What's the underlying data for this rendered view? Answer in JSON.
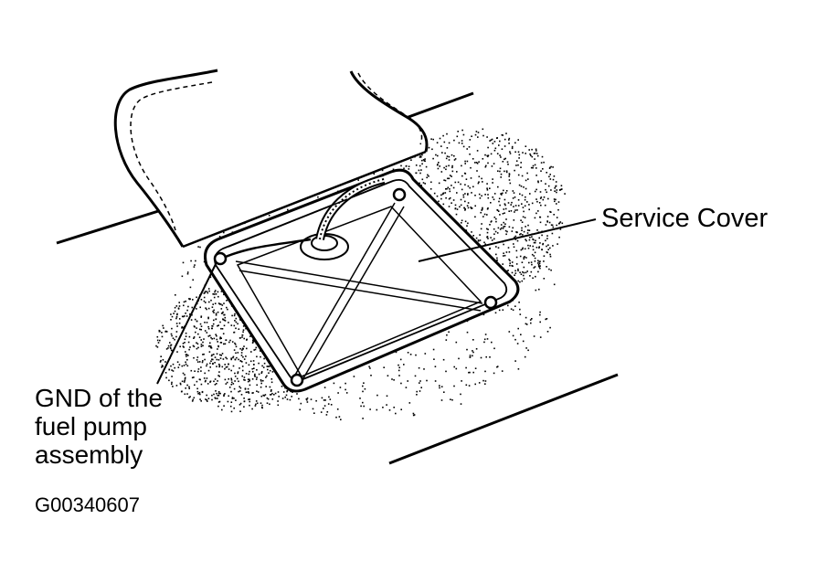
{
  "labels": {
    "service_cover": "Service Cover",
    "gnd_line1": "GND of the",
    "gnd_line2": "fuel pump",
    "gnd_line3": "assembly"
  },
  "figure_code": "G00340607",
  "colors": {
    "ink": "#000000",
    "paper": "#ffffff"
  },
  "icons": {
    "bolt": "bolt-icon"
  }
}
